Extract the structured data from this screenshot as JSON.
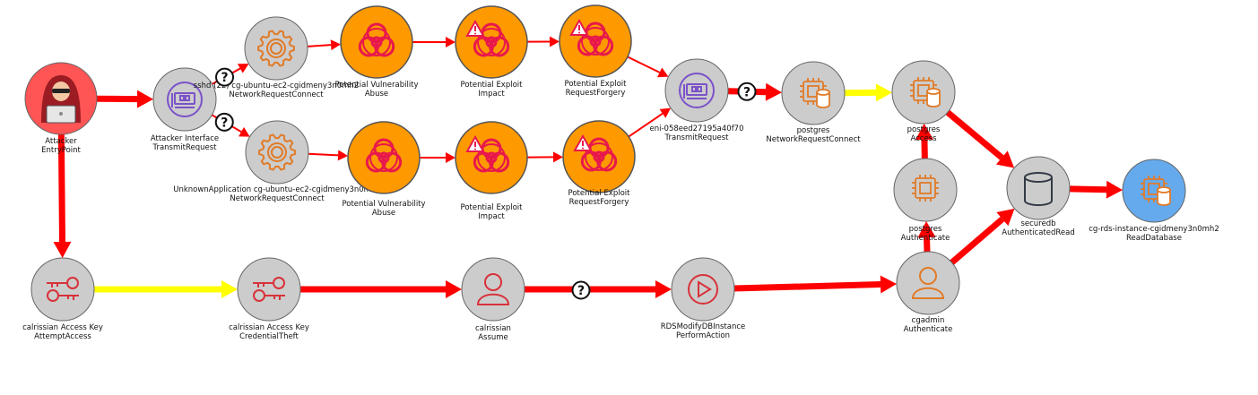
{
  "colors": {
    "edge_red": "#ff0000",
    "edge_yellow": "#ffff00",
    "node_gray": "#cccccc",
    "node_orange": "#ff9900",
    "node_attacker": "#ff5555",
    "node_blue": "#66aaee",
    "icon_purple": "#7b52c9",
    "icon_orange": "#e07b28",
    "icon_red": "#d8323a",
    "biohazard": "#e8184c"
  },
  "nodes": [
    {
      "id": "attacker",
      "lines": [
        "Attacker",
        "EntryPoint"
      ],
      "icon": "hacker-icon",
      "fill": "node_attacker"
    },
    {
      "id": "attacker_iface",
      "lines": [
        "Attacker Interface",
        "TransmitRequest"
      ],
      "icon": "network-interface-icon",
      "fill": "node_gray"
    },
    {
      "id": "sshd",
      "lines": [
        "sshd (22) cg-ubuntu-ec2-cgidmeny3n0mh2",
        "NetworkRequestConnect"
      ],
      "icon": "gear-icon",
      "fill": "node_gray"
    },
    {
      "id": "unknown_app",
      "lines": [
        "UnknownApplication cg-ubuntu-ec2-cgidmeny3n0mh2",
        "NetworkRequestConnect"
      ],
      "icon": "gear-icon",
      "fill": "node_gray"
    },
    {
      "id": "vuln1",
      "lines": [
        "Potential Vulnerability",
        "Abuse"
      ],
      "icon": "biohazard-icon",
      "fill": "node_orange"
    },
    {
      "id": "vuln2",
      "lines": [
        "Potential Vulnerability",
        "Abuse"
      ],
      "icon": "biohazard-icon",
      "fill": "node_orange"
    },
    {
      "id": "impact1",
      "lines": [
        "Potential Exploit",
        "Impact"
      ],
      "icon": "biohazard-warning-icon",
      "fill": "node_orange"
    },
    {
      "id": "impact2",
      "lines": [
        "Potential Exploit",
        "Impact"
      ],
      "icon": "biohazard-warning-icon",
      "fill": "node_orange"
    },
    {
      "id": "forgery1",
      "lines": [
        "Potential Exploit",
        "RequestForgery"
      ],
      "icon": "biohazard-warning-icon",
      "fill": "node_orange"
    },
    {
      "id": "forgery2",
      "lines": [
        "Potential Exploit",
        "RequestForgery"
      ],
      "icon": "biohazard-warning-icon",
      "fill": "node_orange"
    },
    {
      "id": "eni",
      "lines": [
        "eni-058eed27195a40f70",
        "TransmitRequest"
      ],
      "icon": "network-interface-icon",
      "fill": "node_gray"
    },
    {
      "id": "pg_connect",
      "lines": [
        "postgres",
        "NetworkRequestConnect"
      ],
      "icon": "chip-database-icon",
      "fill": "node_gray"
    },
    {
      "id": "pg_access",
      "lines": [
        "postgres",
        "Access"
      ],
      "icon": "chip-database-icon",
      "fill": "node_gray"
    },
    {
      "id": "pg_auth",
      "lines": [
        "postgres",
        "Authenticate"
      ],
      "icon": "chip-icon",
      "fill": "node_gray"
    },
    {
      "id": "securedb",
      "lines": [
        "securedb",
        "AuthenticatedRead"
      ],
      "icon": "database-icon",
      "fill": "node_gray"
    },
    {
      "id": "rds_instance",
      "lines": [
        "cg-rds-instance-cgidmeny3n0mh2",
        "ReadDatabase"
      ],
      "icon": "chip-database-icon",
      "fill": "node_blue"
    },
    {
      "id": "key_attempt",
      "lines": [
        "calrissian Access Key",
        "AttemptAccess"
      ],
      "icon": "keys-icon",
      "fill": "node_gray"
    },
    {
      "id": "key_theft",
      "lines": [
        "calrissian Access Key",
        "CredentialTheft"
      ],
      "icon": "keys-icon",
      "fill": "node_gray"
    },
    {
      "id": "assume",
      "lines": [
        "calrissian",
        "Assume"
      ],
      "icon": "user-icon",
      "fill": "node_gray"
    },
    {
      "id": "rds_modify",
      "lines": [
        "RDSModifyDBInstance",
        "PerformAction"
      ],
      "icon": "play-icon",
      "fill": "node_gray"
    },
    {
      "id": "cgadmin",
      "lines": [
        "cgadmin",
        "Authenticate"
      ],
      "icon": "user-icon",
      "fill": "node_gray"
    }
  ],
  "edges": [
    {
      "from": "attacker",
      "to": "attacker_iface",
      "color": "edge_red",
      "weight": "heavy"
    },
    {
      "from": "attacker",
      "to": "key_attempt",
      "color": "edge_red",
      "weight": "heavy"
    },
    {
      "from": "attacker_iface",
      "to": "sshd",
      "color": "edge_red",
      "weight": "light",
      "unknown": true
    },
    {
      "from": "attacker_iface",
      "to": "unknown_app",
      "color": "edge_red",
      "weight": "light",
      "unknown": true
    },
    {
      "from": "sshd",
      "to": "vuln1",
      "color": "edge_red",
      "weight": "light"
    },
    {
      "from": "vuln1",
      "to": "impact1",
      "color": "edge_red",
      "weight": "light"
    },
    {
      "from": "impact1",
      "to": "forgery1",
      "color": "edge_red",
      "weight": "light"
    },
    {
      "from": "forgery1",
      "to": "eni",
      "color": "edge_red",
      "weight": "light"
    },
    {
      "from": "unknown_app",
      "to": "vuln2",
      "color": "edge_red",
      "weight": "light"
    },
    {
      "from": "vuln2",
      "to": "impact2",
      "color": "edge_red",
      "weight": "light"
    },
    {
      "from": "impact2",
      "to": "forgery2",
      "color": "edge_red",
      "weight": "light"
    },
    {
      "from": "forgery2",
      "to": "eni",
      "color": "edge_red",
      "weight": "light"
    },
    {
      "from": "eni",
      "to": "pg_connect",
      "color": "edge_red",
      "weight": "heavy",
      "unknown": true
    },
    {
      "from": "pg_connect",
      "to": "pg_access",
      "color": "edge_yellow",
      "weight": "heavy"
    },
    {
      "from": "pg_access",
      "to": "securedb",
      "color": "edge_red",
      "weight": "heavy"
    },
    {
      "from": "pg_auth",
      "to": "pg_access",
      "color": "edge_red",
      "weight": "heavy"
    },
    {
      "from": "cgadmin",
      "to": "pg_auth",
      "color": "edge_red",
      "weight": "heavy"
    },
    {
      "from": "cgadmin",
      "to": "securedb",
      "color": "edge_red",
      "weight": "heavy"
    },
    {
      "from": "securedb",
      "to": "rds_instance",
      "color": "edge_red",
      "weight": "heavy"
    },
    {
      "from": "key_attempt",
      "to": "key_theft",
      "color": "edge_yellow",
      "weight": "heavy"
    },
    {
      "from": "key_theft",
      "to": "assume",
      "color": "edge_red",
      "weight": "heavy"
    },
    {
      "from": "assume",
      "to": "rds_modify",
      "color": "edge_red",
      "weight": "heavy",
      "unknown": true
    },
    {
      "from": "rds_modify",
      "to": "cgadmin",
      "color": "edge_red",
      "weight": "heavy"
    }
  ],
  "unknown_marker": "?"
}
